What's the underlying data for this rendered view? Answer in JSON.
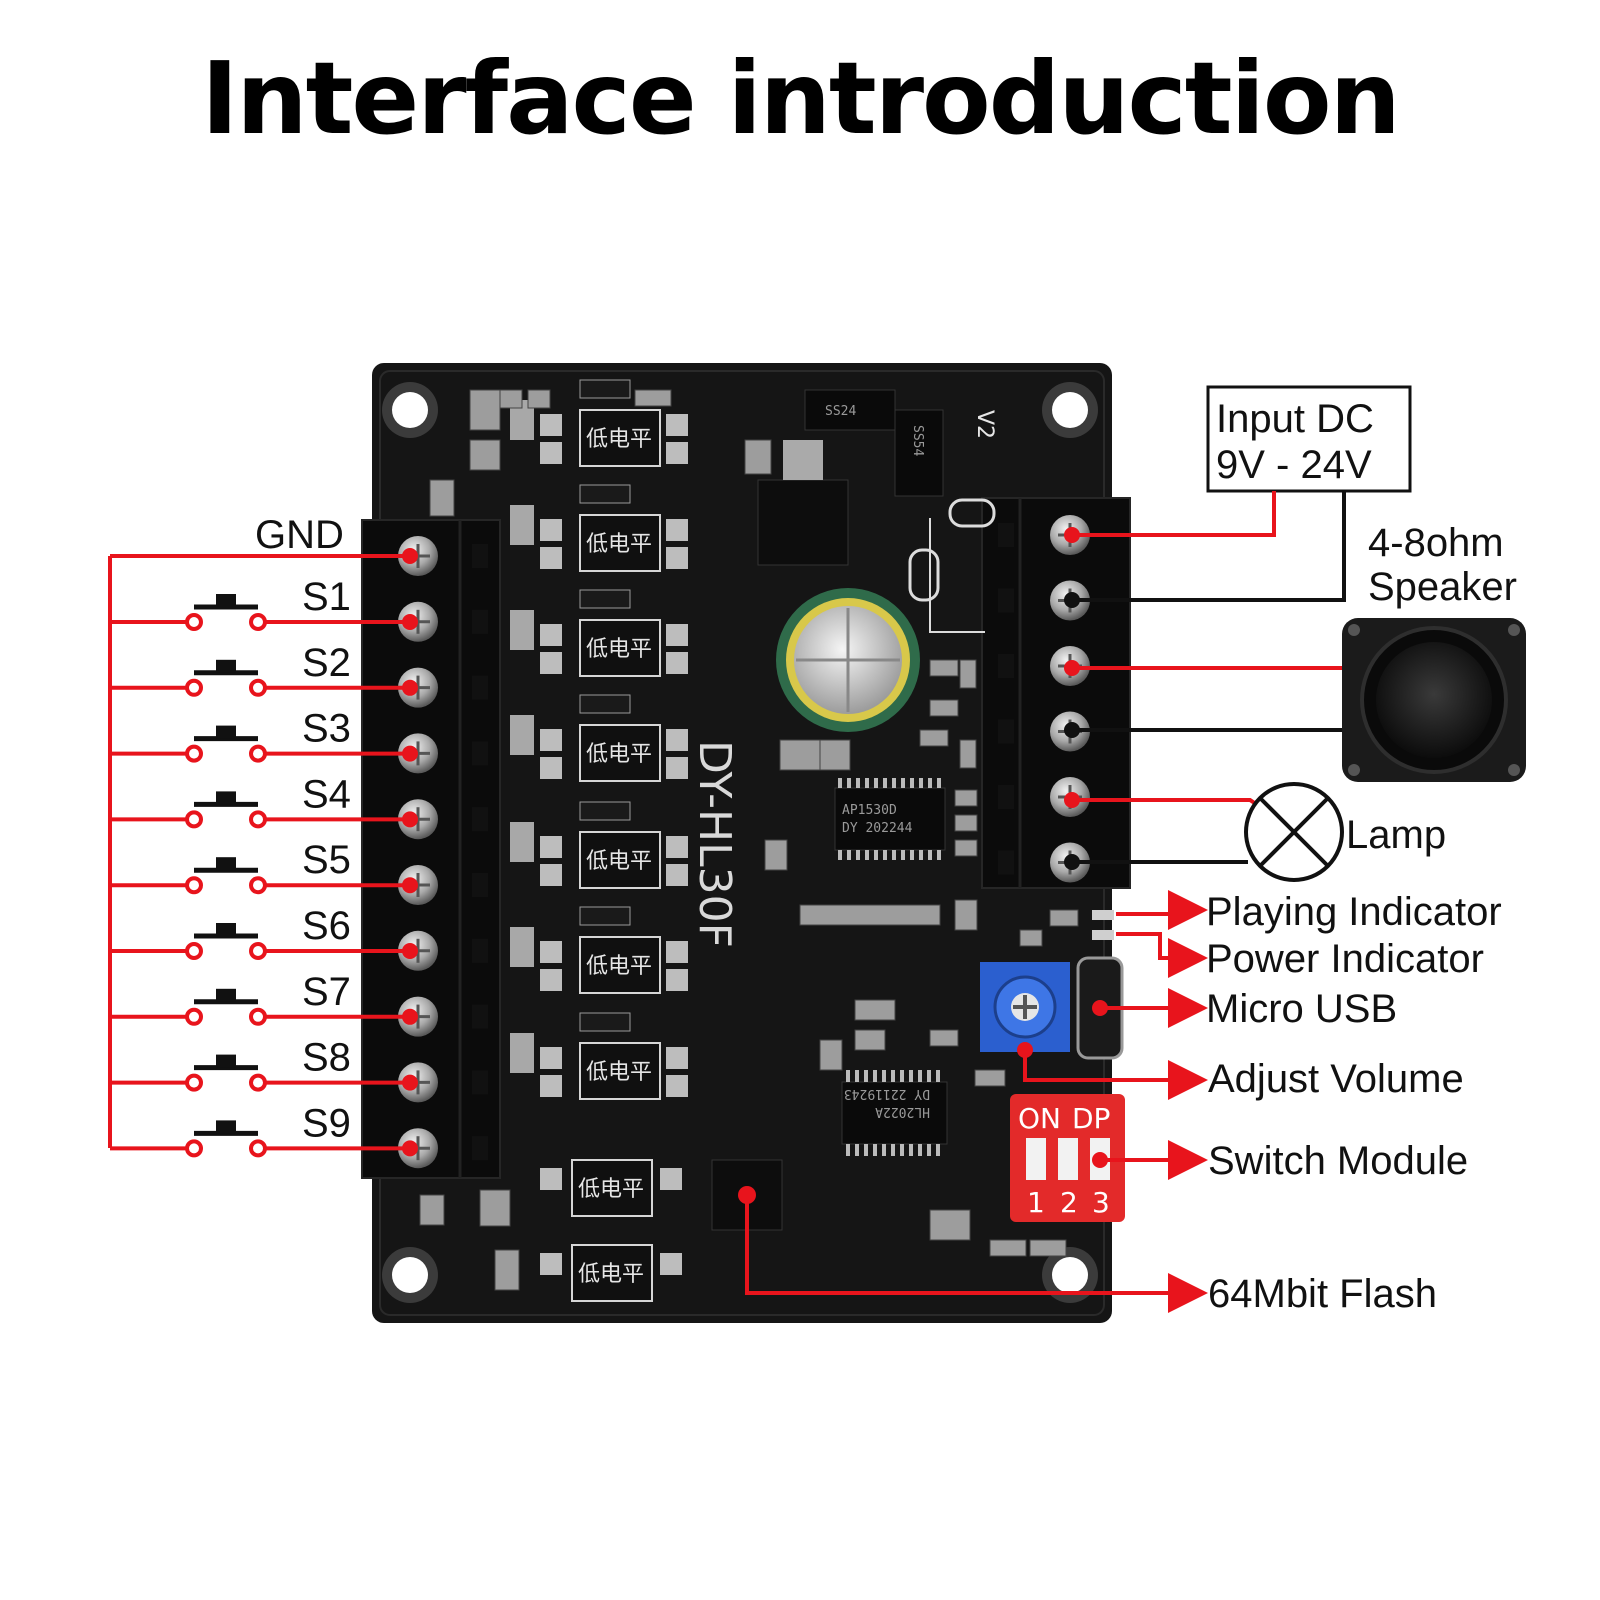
{
  "title": "Interface introduction",
  "board": {
    "model": "DY-HL30F",
    "version": "V2",
    "chip_label": "低电平",
    "amp_ic": [
      "AP1530D",
      "DY 202244"
    ],
    "mcu_ic": [
      "DY 22119243",
      "HL2022A"
    ],
    "regulator": "SS24",
    "diode": "SS54",
    "dip_header": [
      "ON",
      "DP"
    ],
    "dip_numbers": [
      "1",
      "2",
      "3"
    ]
  },
  "inputs": {
    "gnd_label": "GND",
    "switches": [
      "S1",
      "S2",
      "S3",
      "S4",
      "S5",
      "S6",
      "S7",
      "S8",
      "S9"
    ]
  },
  "callouts": {
    "input_dc": [
      "Input DC",
      "9V - 24V"
    ],
    "speaker": [
      "4-8ohm",
      "Speaker"
    ],
    "lamp": "Lamp",
    "playing_indicator": "Playing Indicator",
    "power_indicator": "Power Indicator",
    "micro_usb": "Micro USB",
    "adjust_volume": "Adjust Volume",
    "switch_module": "Switch Module",
    "flash": "64Mbit Flash"
  },
  "colors": {
    "board": "#141414",
    "wire_red": "#e8141c",
    "wire_black": "#111111",
    "pot_blue": "#2b5fcf",
    "dip_red": "#e32a2a",
    "cap_green": "#2f6b4a"
  }
}
